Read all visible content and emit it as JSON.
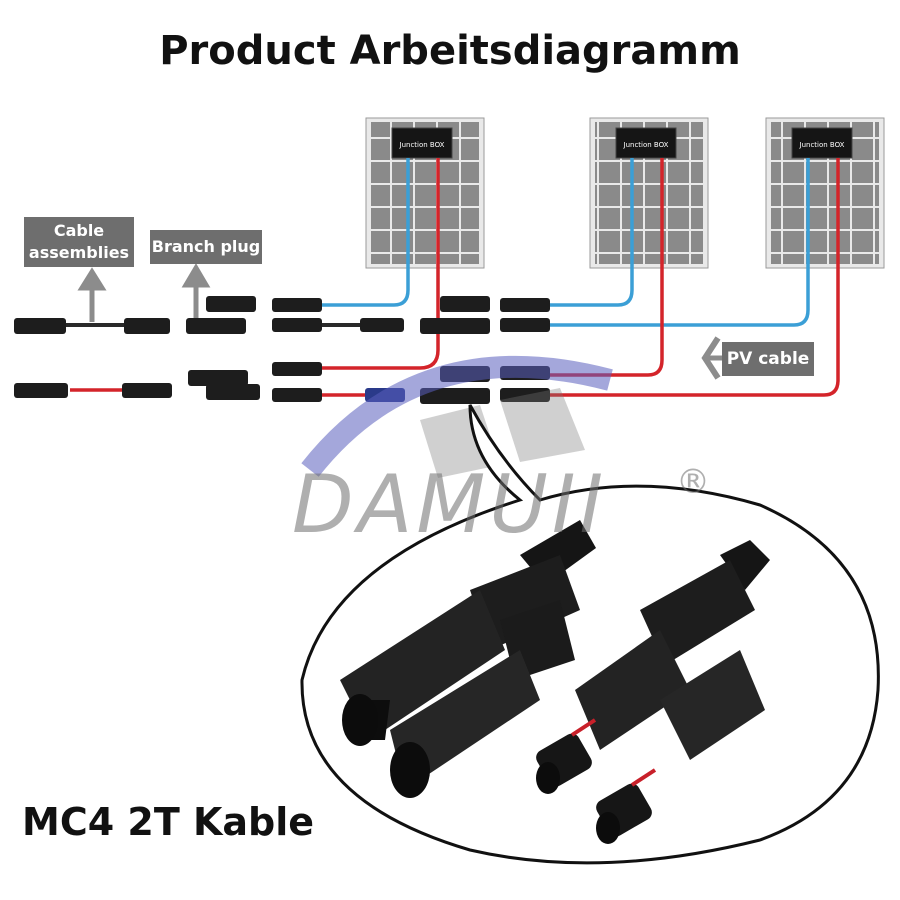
{
  "title": "Product Arbeitsdiagramm",
  "labels": {
    "cable_assemblies": "Cable assemblies",
    "branch_plug": "Branch plug",
    "pv_cable": "PV cable"
  },
  "panel_box_text": "Junction BOX",
  "watermark": "DAMUII",
  "registered_mark": "®",
  "product_label": "MC4 2T Kable",
  "colors": {
    "positive_wire": "#d4242a",
    "negative_wire": "#3b9fd6",
    "panel_cell": "#8a8a8a",
    "label_bg": "#6e6e6e",
    "connector": "#1d1d1d"
  },
  "icons": [
    "solar-panel-icon",
    "junction-box-icon",
    "mc4-connector-icon",
    "branch-connector-icon",
    "arrow-up-icon",
    "double-arrow-icon"
  ]
}
